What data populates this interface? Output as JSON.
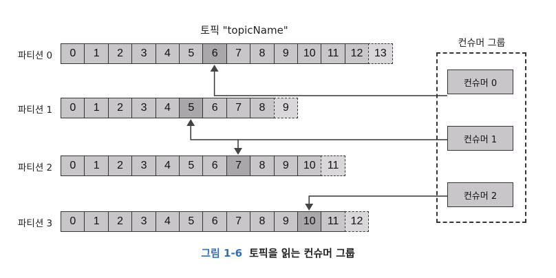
{
  "topic_title": "토픽 \"topicName\"",
  "consumer_group_label": "컨슈머 그룹",
  "partitions": [
    {
      "label": "파티션 0",
      "offsets": [
        "0",
        "1",
        "2",
        "3",
        "4",
        "5",
        "6",
        "7",
        "8",
        "9",
        "10",
        "11",
        "12",
        "13"
      ],
      "pending": [
        "13"
      ],
      "read_offset": "6"
    },
    {
      "label": "파티션 1",
      "offsets": [
        "0",
        "1",
        "2",
        "3",
        "4",
        "5",
        "6",
        "7",
        "8",
        "9"
      ],
      "pending": [
        "9"
      ],
      "read_offset": "5"
    },
    {
      "label": "파티션 2",
      "offsets": [
        "0",
        "1",
        "2",
        "3",
        "4",
        "5",
        "6",
        "7",
        "8",
        "9",
        "10",
        "11"
      ],
      "pending": [
        "11"
      ],
      "read_offset": "7"
    },
    {
      "label": "파티션 3",
      "offsets": [
        "0",
        "1",
        "2",
        "3",
        "4",
        "5",
        "6",
        "7",
        "8",
        "9",
        "10",
        "11",
        "12"
      ],
      "pending": [
        "12"
      ],
      "read_offset": "10"
    }
  ],
  "consumers": [
    {
      "label": "컨슈머 0",
      "reads": [
        0
      ]
    },
    {
      "label": "컨슈머 1",
      "reads": [
        1,
        2
      ]
    },
    {
      "label": "컨슈머 2",
      "reads": [
        3
      ]
    }
  ],
  "caption": {
    "figure": "그림 1-6",
    "text": "토픽을 읽는 컨슈머 그룹"
  }
}
